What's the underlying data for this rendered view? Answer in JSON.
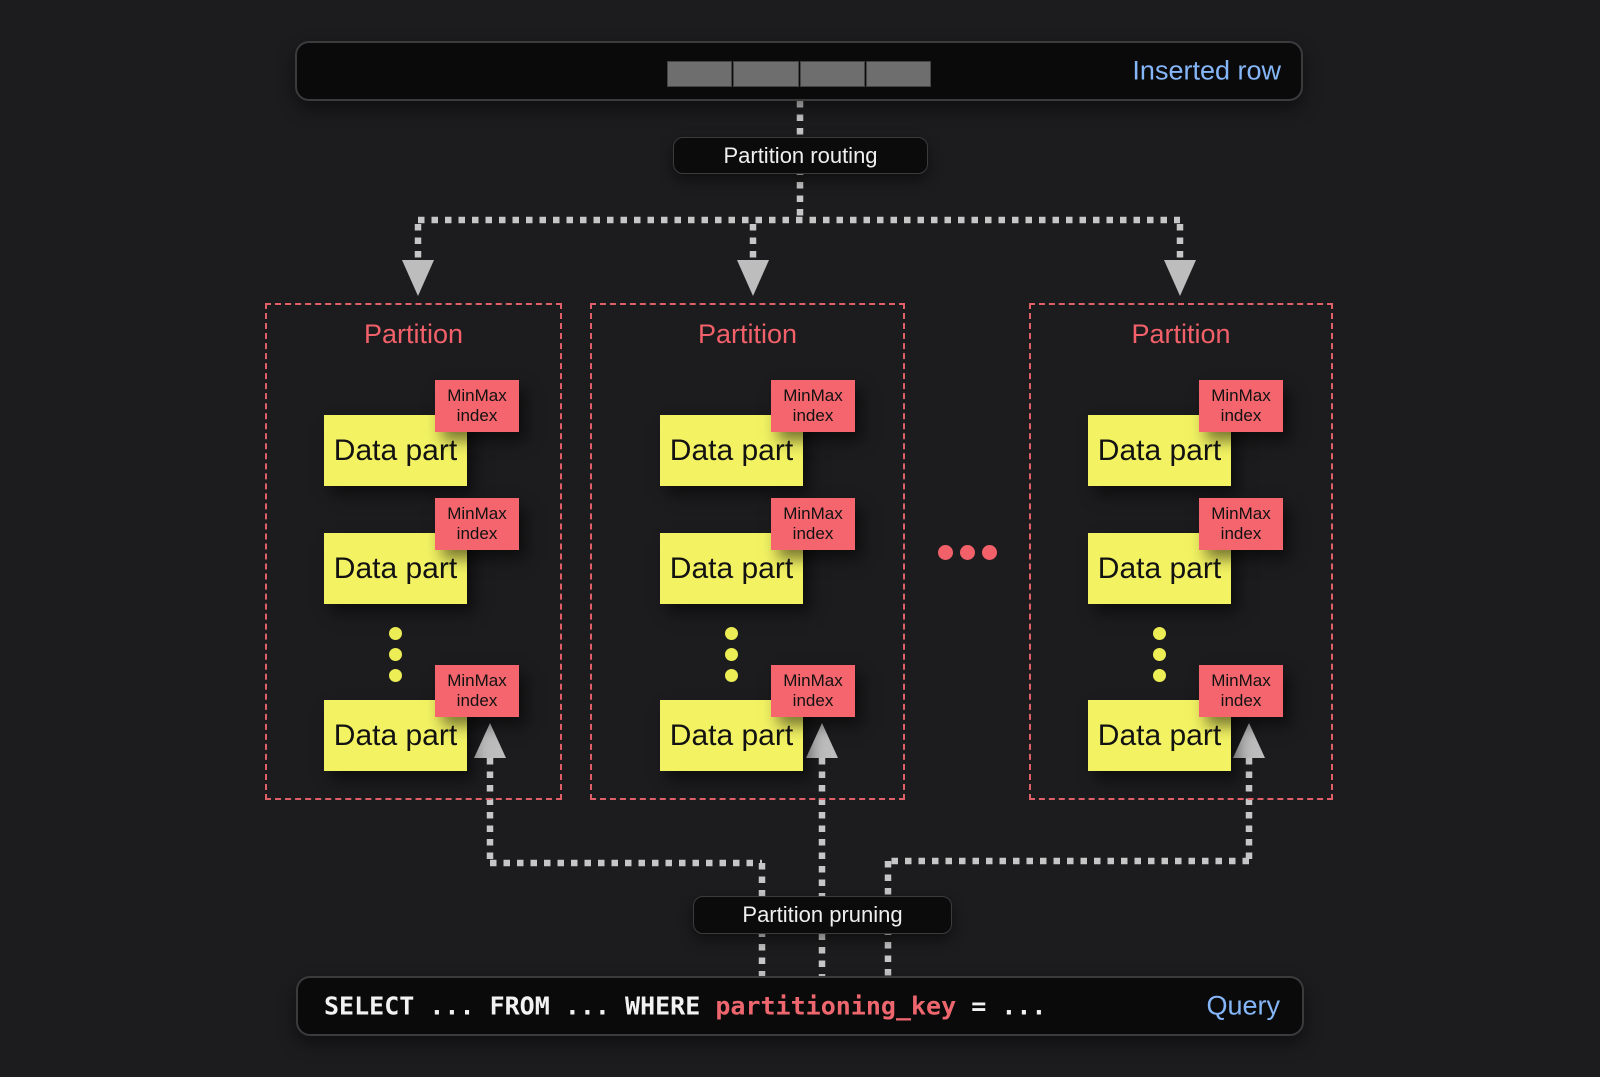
{
  "colors": {
    "background": "#1c1c1e",
    "panel_fill": "#0a0a0b",
    "panel_border": "#3b3b3d",
    "accent_blue": "#85b6f7",
    "accent_red": "#f2606a",
    "minmax_fill": "#f5656d",
    "data_part_fill": "#f2f263",
    "arrow_gray": "#c6c6c6",
    "segment_gray": "#6e6e6e",
    "dots_yellow": "#eded56"
  },
  "inserted_row": {
    "label": "Inserted row",
    "segment_count": 4
  },
  "routing": {
    "label": "Partition routing"
  },
  "pruning": {
    "label": "Partition pruning"
  },
  "partitions": [
    {
      "title": "Partition",
      "parts": [
        {
          "label": "Data part",
          "index": "MinMax index"
        },
        {
          "label": "Data part",
          "index": "MinMax index"
        },
        {
          "label": "Data part",
          "index": "MinMax index"
        }
      ]
    },
    {
      "title": "Partition",
      "parts": [
        {
          "label": "Data part",
          "index": "MinMax index"
        },
        {
          "label": "Data part",
          "index": "MinMax index"
        },
        {
          "label": "Data part",
          "index": "MinMax index"
        }
      ]
    },
    {
      "title": "Partition",
      "parts": [
        {
          "label": "Data part",
          "index": "MinMax index"
        },
        {
          "label": "Data part",
          "index": "MinMax index"
        },
        {
          "label": "Data part",
          "index": "MinMax index"
        }
      ]
    }
  ],
  "query": {
    "prefix": "SELECT ... FROM ... WHERE ",
    "key": "partitioning_key",
    "suffix": " = ...",
    "label": "Query"
  }
}
